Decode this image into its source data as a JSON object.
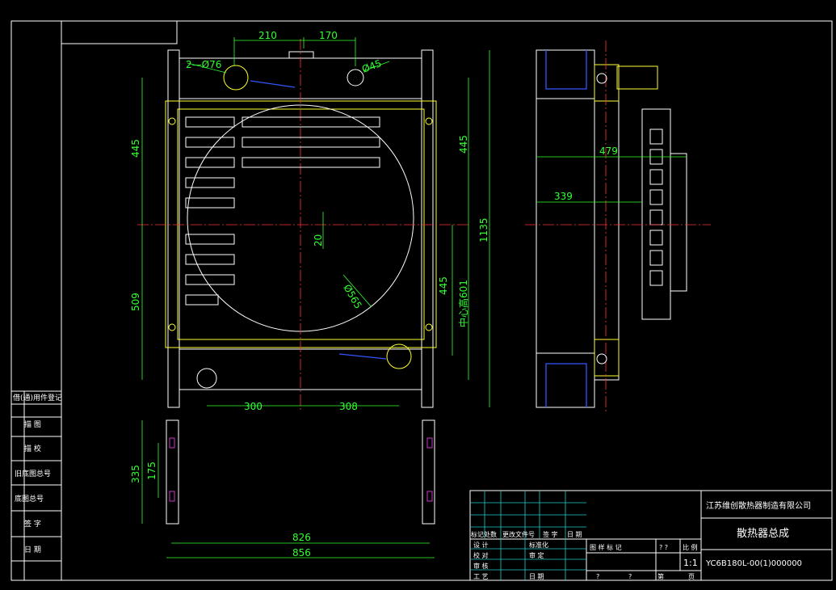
{
  "dimensions": {
    "top_left": "210",
    "top_right": "170",
    "hole_left": "2—Ø76",
    "hole_right": "Ø45",
    "left_upper": "445",
    "left_lower": "509",
    "right_upper": "445",
    "right_lower": "445",
    "overall_height": "1135",
    "center_height": "中心高601",
    "offset": "20",
    "fan_dia": "Ø565",
    "bottom_left": "300",
    "bottom_right": "308",
    "bracket_height": "335",
    "bracket_hole": "175",
    "width_inner": "826",
    "width_outer": "856",
    "side_outer": "479",
    "side_inner": "339"
  },
  "left_column": [
    "借(通)用件登记",
    "描  图",
    "描  校",
    "旧底图总号",
    "底图总号",
    "签  字",
    "日  期"
  ],
  "title_block": {
    "company": "江苏维创散热器制造有限公司",
    "drawing_name": "散热器总成",
    "drawing_number": "YC6B180L-00(1)000000",
    "scale_label": "比 例",
    "scale_value": "1:1",
    "mark_label": "图 样 标 记",
    "q1": "? ?",
    "q2": "?",
    "q3": "?",
    "sheet_label": "第",
    "page_label": "页",
    "rev_headers": [
      "标记处数",
      "更改文件号",
      "签  字",
      "日  期"
    ],
    "roles": [
      "设  计",
      "校  对",
      "审  核",
      "工  艺"
    ],
    "roles2": [
      "标准化",
      "审  定",
      "",
      "日  期"
    ]
  }
}
